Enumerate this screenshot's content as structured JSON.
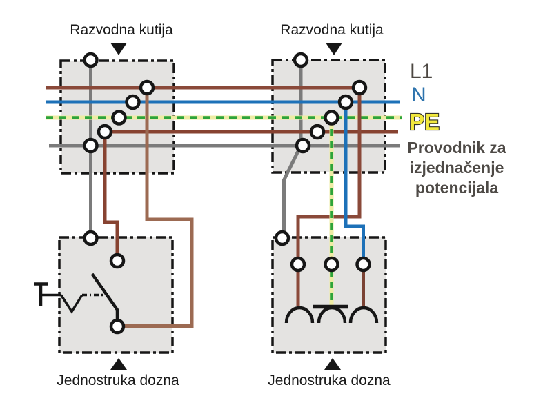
{
  "labels": {
    "box_top_left": "Razvodna kutija",
    "box_top_right": "Razvodna kutija",
    "box_bottom_left": "Jednostruka dozna",
    "box_bottom_right": "Jednostruka dozna"
  },
  "wire_labels": {
    "l1": "L1",
    "n": "N",
    "pe": "PE"
  },
  "annotation": {
    "line1": "Provodnik za",
    "line2": "izjednačenje",
    "line3": "potencijala"
  },
  "colors": {
    "brown": "#8a4939",
    "brown_light": "#9c6a52",
    "brown_dark": "#7b4334",
    "brown_switched": "#874331",
    "blue": "#1d71b8",
    "pe_yellow": "#eeeca4",
    "pe_green": "#2da43a",
    "gray_wire": "#7b7b7b",
    "box_fill": "#e4e3e1",
    "outline": "#161616",
    "label_l1": "#4c4742",
    "label_n": "#2d73ad",
    "label_pe_fill": "#f2e83c",
    "label_pe_stroke": "#33322a",
    "label_eq": "#4e4a46",
    "text": "#1a1a1a"
  }
}
